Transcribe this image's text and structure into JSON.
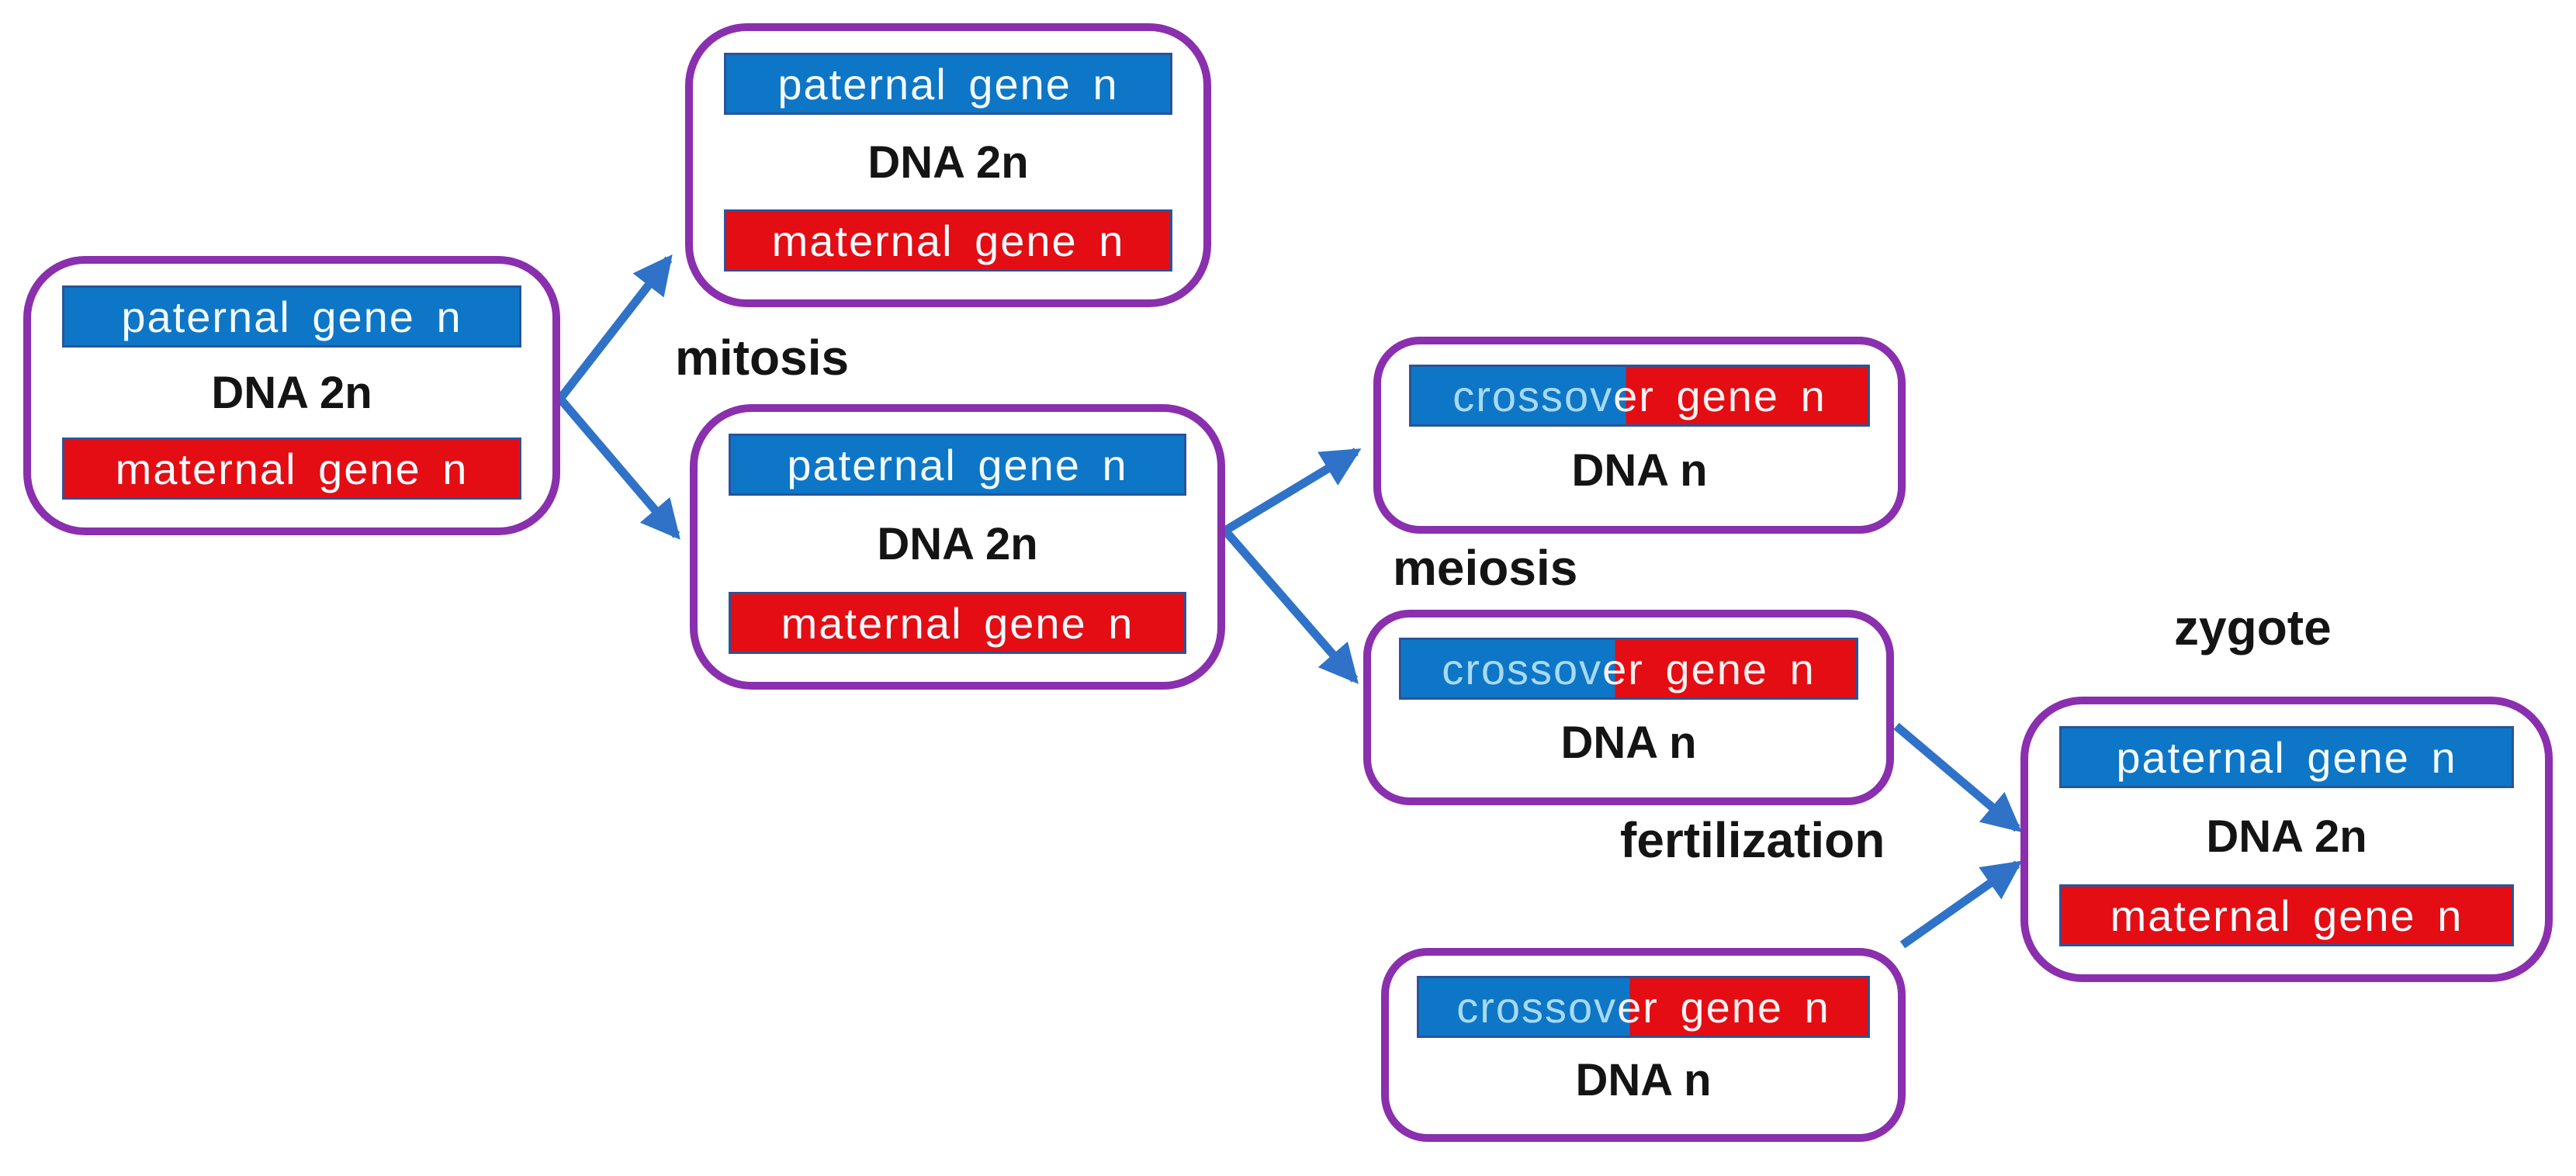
{
  "figure": {
    "stage_labels": {
      "mitosis": "mitosis",
      "meiosis": "meiosis",
      "fertilization": "fertilization",
      "zygote": "zygote"
    },
    "boxes": {
      "parent_cell": {
        "paternal_bar": "paternal gene n",
        "dna": "DNA 2n",
        "maternal_bar": "maternal gene n"
      },
      "mitosis_daughter_cell": {
        "paternal_bar": "paternal gene n",
        "dna": "DNA 2n",
        "maternal_bar": "maternal gene n"
      },
      "meiosis_parent_cell": {
        "paternal_bar": "paternal gene n",
        "dna": "DNA 2n",
        "maternal_bar": "maternal gene n"
      },
      "zygote_cell": {
        "paternal_bar": "paternal gene n",
        "dna": "DNA 2n",
        "maternal_bar": "maternal gene n"
      },
      "gamete_1": {
        "crossover_bar_blue": "crossov",
        "crossover_bar_red": "er gene n",
        "dna": "DNA n"
      },
      "gamete_2": {
        "crossover_bar_blue": "crossov",
        "crossover_bar_red": "er gene n",
        "dna": "DNA n"
      },
      "gamete_3": {
        "crossover_bar_blue": "crossov",
        "crossover_bar_red": "er gene n",
        "dna": "DNA n"
      }
    }
  },
  "colors": {
    "paternal_blue": "#0e76c6",
    "maternal_red": "#e30d13",
    "cell_border_purple": "#8a2fae",
    "bar_border_navy": "#2a549b",
    "arrow_blue": "#2f72c8",
    "label_black": "#141414",
    "crossover_text_blue": "#a8daf5",
    "bar_text_white": "#f4fbff"
  }
}
